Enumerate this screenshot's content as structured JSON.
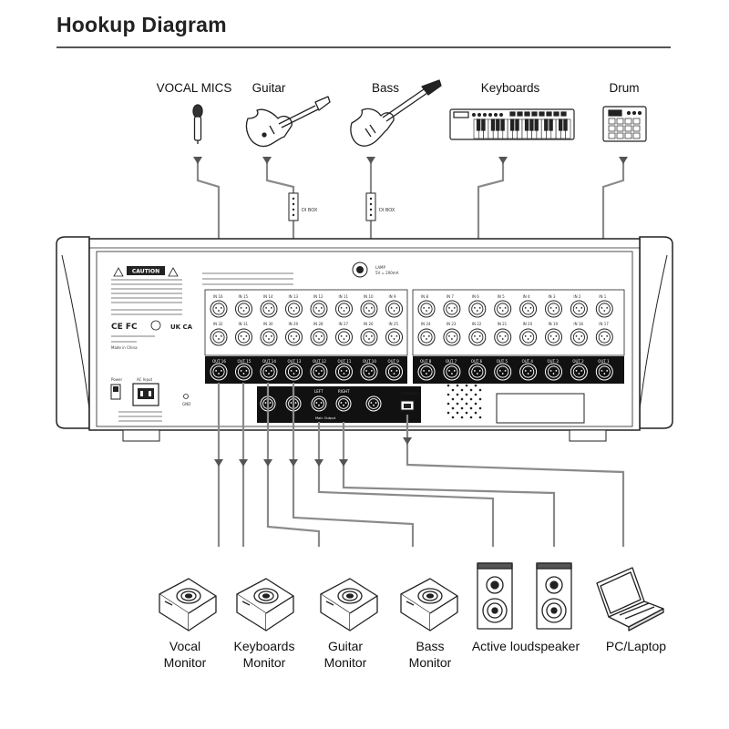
{
  "title": "Hookup Diagram",
  "sources": {
    "vocal_mics": "VOCAL MICS",
    "guitar": "Guitar",
    "bass": "Bass",
    "keyboards": "Keyboards",
    "drum": "Drum"
  },
  "di_box": "DI BOX",
  "mixer": {
    "caution": "CAUTION",
    "lamp": "LAMP",
    "lamp_spec": "5V = 200mA",
    "power_label": "Power",
    "ac_input": "AC Input",
    "made_in": "Made in China",
    "gnd": "GND",
    "ce_fc": "CE FC",
    "ukca": "UK CA",
    "input_top": [
      "IN 16",
      "IN 15",
      "IN 14",
      "IN 13",
      "IN 12",
      "IN 11",
      "IN 10",
      "IN 9",
      "IN 8",
      "IN 7",
      "IN 6",
      "IN 5",
      "IN 4",
      "IN 3",
      "IN 2",
      "IN 1"
    ],
    "input_bottom": [
      "IN 32",
      "IN 31",
      "IN 30",
      "IN 29",
      "IN 28",
      "IN 27",
      "IN 26",
      "IN 25",
      "IN 24",
      "IN 23",
      "IN 22",
      "IN 21",
      "IN 20",
      "IN 19",
      "IN 18",
      "IN 17"
    ],
    "outputs": [
      "OUT 16",
      "OUT 15",
      "OUT 14",
      "OUT 13",
      "OUT 12",
      "OUT 11",
      "OUT 10",
      "OUT 9",
      "OUT 8",
      "OUT 7",
      "OUT 6",
      "OUT 5",
      "OUT 4",
      "OUT 3",
      "OUT 2",
      "OUT 1"
    ],
    "main_out": [
      "LEFT",
      "RIGHT"
    ],
    "main_out_label": "Main Output",
    "ethernet": "ETHERNET"
  },
  "outputs": {
    "vocal_monitor": [
      "Vocal",
      "Monitor"
    ],
    "keyboards_monitor": [
      "Keyboards",
      "Monitor"
    ],
    "guitar_monitor": [
      "Guitar",
      "Monitor"
    ],
    "bass_monitor": [
      "Bass",
      "Monitor"
    ],
    "active_loudspeaker": "Active loudspeaker",
    "pc_laptop": "PC/Laptop"
  },
  "colors": {
    "cable": "#8a8a8a",
    "line": "#222222",
    "panel": "#ffffff",
    "jack_fill": "#111111"
  }
}
